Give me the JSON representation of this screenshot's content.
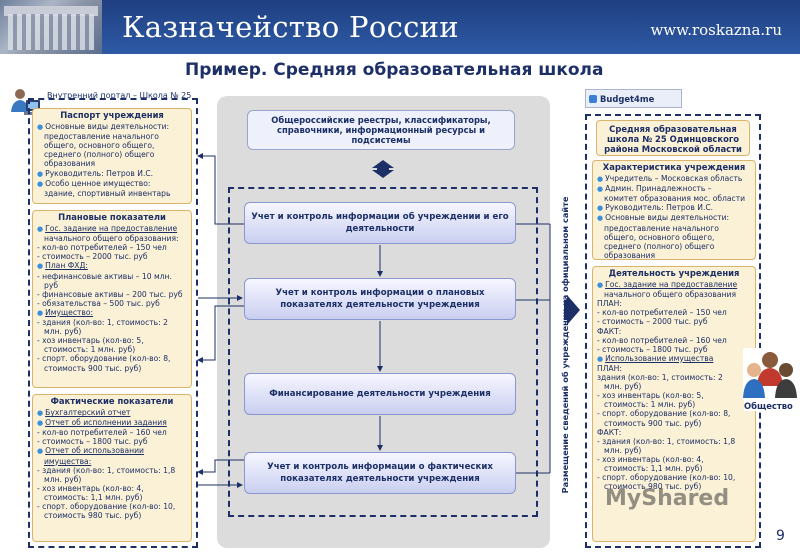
{
  "header": {
    "title": "Казначейство России",
    "url": "www.roskazna.ru"
  },
  "page_title": "Пример. Средняя образовательная школа",
  "portal_label": "Внутренний портал – Школа № 25",
  "left": {
    "passport": {
      "title": "Паспорт учреждения",
      "lines": [
        "Основные виды деятельности:",
        "предоставление начального",
        "общего, основного общего,",
        "среднего (полного) общего",
        "образования",
        "Руководитель: Петров И.С.",
        "Особо ценное имущество:",
        "здание, спортивный инвентарь"
      ]
    },
    "plan": {
      "title": "Плановые показатели",
      "lines": [
        "Гос. задание на предоставление",
        "начального общего образования:",
        "- кол-во потребителей – 150 чел",
        "- стоимость – 2000 тыс. руб",
        "План ФХД:",
        "- нефинансовые активы – 10 млн.",
        "руб",
        "- финансовые активы – 200 тыс. руб",
        "- обязательства – 500 тыс. руб",
        "Имущество:",
        "- здания (кол-во: 1, стоимость: 2",
        "млн. руб)",
        "- хоз инвентарь (кол-во: 5,",
        "стоимость: 1 млн. руб)",
        "- спорт. оборудование (кол-во: 8,",
        "стоимость 900 тыс. руб)"
      ]
    },
    "fact": {
      "title": "Фактические показатели",
      "lines": [
        "Бухгалтерский отчет",
        "Отчет об исполнении задания",
        "- кол-во потребителей – 160 чел",
        "- стоимость – 1800 тыс. руб",
        "Отчет об использовании",
        "имущества:",
        "- здания (кол-во: 1, стоимость: 1,8",
        "млн. руб)",
        "- хоз инвентарь (кол-во: 4,",
        "стоимость: 1,1 млн. руб)",
        "- спорт. оборудование (кол-во: 10,",
        "стоимость 980 тыс. руб)"
      ]
    }
  },
  "center": {
    "registries": "Общероссийские реестры, классификаторы, справочники, информационный ресурсы и подсистемы",
    "processes": [
      "Учет и контроль информации об учреждении и его деятельности",
      "Учет и контроль информации о плановых показателях деятельности учреждения",
      "Финансирование деятельности учреждения",
      "Учет и контроль информации о фактических показателях деятельности учреждения"
    ]
  },
  "vertical_label": "Размещение сведений об учреждении на официальном сайте",
  "right": {
    "budget_label": "Budget4me",
    "school_title": "Средняя образовательная школа № 25 Одинцовского района Московской области",
    "characteristics": {
      "title": "Характеристика учреждения",
      "lines": [
        "Учредитель – Московская область",
        "Админ. Принадлежность –",
        "комитет образования мос. области",
        "Руководитель: Петров И.С.",
        "Основные виды деятельности:",
        "предоставление начального",
        "общего, основного общего,",
        "среднего (полного) общего",
        "образования"
      ]
    },
    "activity": {
      "title": "Деятельность учреждения",
      "lines": [
        "Гос. задание на предоставление",
        "начального общего образования",
        "ПЛАН:",
        "- кол-во потребителей – 150 чел",
        "- стоимость – 2000 тыс. руб",
        "ФАКТ:",
        "- кол-во потребителей – 160 чел",
        "- стоимость – 1800 тыс. руб",
        "Использование имущества",
        "ПЛАН:",
        "здания (кол-во: 1, стоимость: 2",
        "млн. руб)",
        "- хоз инвентарь (кол-во: 5,",
        "стоимость: 1 млн. руб)",
        "- спорт. оборудование (кол-во: 8,",
        "стоимость 900 тыс. руб)",
        "ФАКТ:",
        "- здания (кол-во: 1, стоимость: 1,8",
        "млн. руб)",
        "- хоз инвентарь (кол-во: 4,",
        "стоимость: 1,1 млн. руб)",
        "- спорт. оборудование (кол-во: 10,",
        "стоимость 980 тыс. руб)"
      ]
    },
    "society_label": "Общество"
  },
  "watermark": "MyShared",
  "page_number": "9",
  "colors": {
    "header_bg": "#2e5aa6",
    "title_text": "#1c2f66",
    "panel_bg": "#fbf1d6",
    "panel_border": "#d9b46a",
    "process_box": "#c9cff0",
    "bullet": "#3d8fd8"
  }
}
